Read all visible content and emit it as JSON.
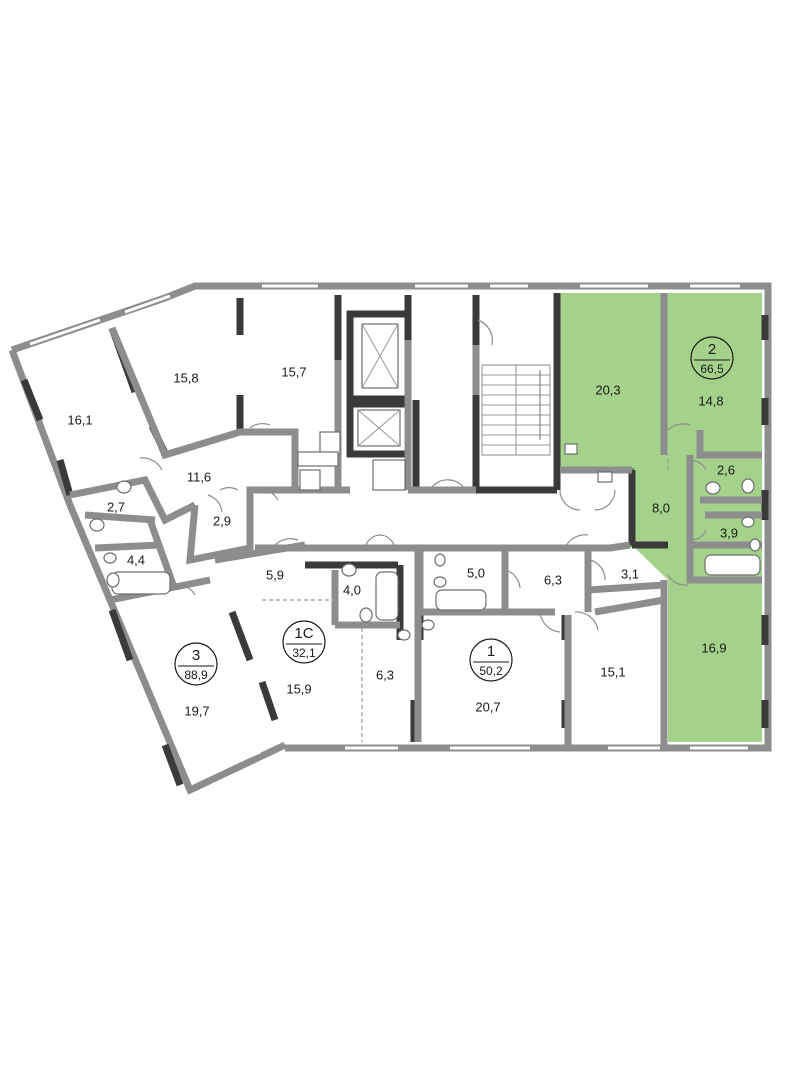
{
  "colors": {
    "highlight_fill": "#a5d28a",
    "highlight_stroke": "#5a9a3c",
    "wall": "#8d8d8d",
    "wall_dark": "#3a3a3a"
  },
  "apartments": [
    {
      "number": "3",
      "area": "88,9"
    },
    {
      "number": "1С",
      "area": "32,1"
    },
    {
      "number": "1",
      "area": "50,2"
    },
    {
      "number": "2",
      "area": "66,5"
    }
  ],
  "rooms": {
    "r16_1": "16,1",
    "r15_8": "15,8",
    "r15_7": "15,7",
    "r20_3": "20,3",
    "r14_8": "14,8",
    "r11_6": "11,6",
    "r2_7": "2,7",
    "r2_9": "2,9",
    "r4_4": "4,4",
    "r19_7": "19,7",
    "r5_9": "5,9",
    "r4_0": "4,0",
    "r15_9": "15,9",
    "r6_3a": "6,3",
    "r5_0": "5,0",
    "r6_3b": "6,3",
    "r3_1": "3,1",
    "r20_7": "20,7",
    "r15_1": "15,1",
    "r2_6": "2,6",
    "r8_0": "8,0",
    "r3_9": "3,9",
    "r16_9": "16,9"
  }
}
